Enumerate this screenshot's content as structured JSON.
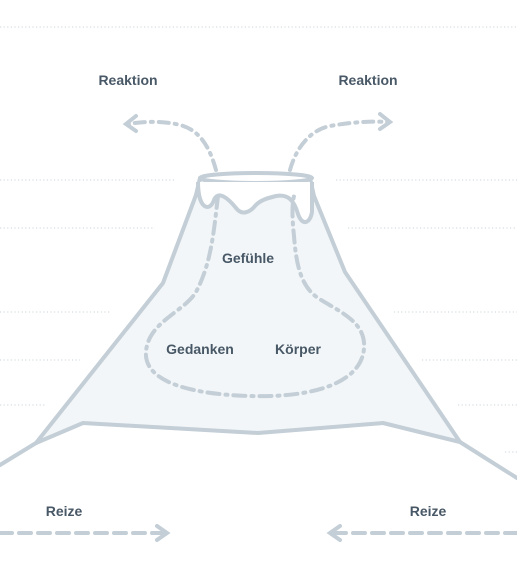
{
  "labels": {
    "reaction_left": "Reaktion",
    "reaction_right": "Reaktion",
    "feelings": "Gefühle",
    "thoughts": "Gedanken",
    "body": "Körper",
    "stimuli_left": "Reize",
    "stimuli_right": "Reize"
  },
  "colors": {
    "outline": "#c3ced6",
    "fill": "#f2f6f8",
    "text": "#485866",
    "dotted": "#cdd4da"
  }
}
